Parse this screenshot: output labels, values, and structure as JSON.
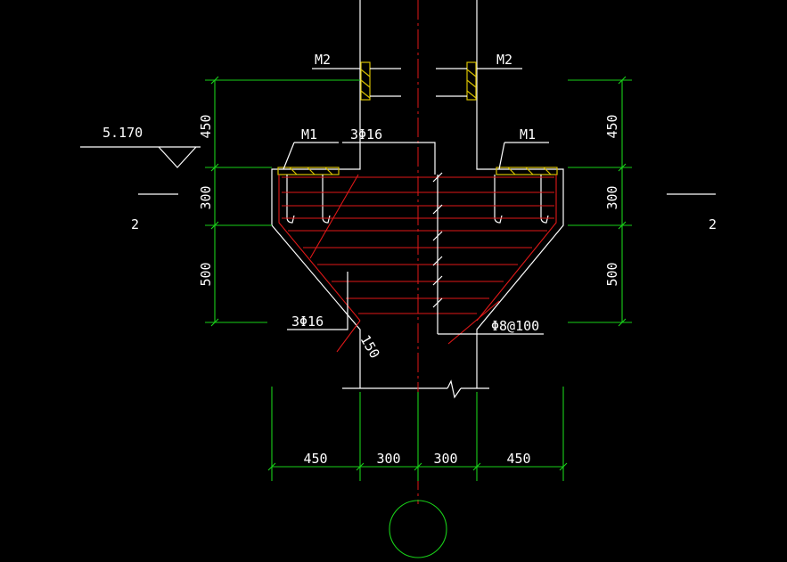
{
  "labels": {
    "m2_left": "M2",
    "m2_right": "M2",
    "m1_left": "M1",
    "m1_right": "M1",
    "elevation": "5.170",
    "section_left": "2",
    "section_right": "2",
    "top_bars": "3Φ16",
    "bottom_bars": "3Φ16",
    "stirrups": "Φ8@100",
    "offset_150": "150"
  },
  "left_dims": [
    "450",
    "300",
    "500"
  ],
  "right_dims": [
    "450",
    "300",
    "500"
  ],
  "bottom_dims": [
    "450",
    "300",
    "300",
    "450"
  ],
  "colors": {
    "background": "#000000",
    "outline": "#ffffff",
    "dimension": "#19d019",
    "rebar": "#e01818",
    "plate": "#d8c000"
  }
}
